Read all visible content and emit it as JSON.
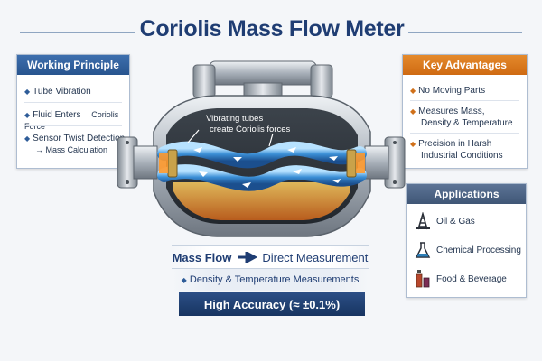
{
  "title": "Coriolis Mass Flow Meter",
  "working_principle": {
    "heading": "Working Principle",
    "items": [
      {
        "text": "Tube Vibration"
      },
      {
        "text": "Fluid Enters",
        "arrow": "→",
        "extra": "Coriolis Force"
      },
      {
        "text": "Sensor Twist Detection",
        "sub_arrow": "→",
        "sub": "Mass Calculation"
      }
    ]
  },
  "key_advantages": {
    "heading": "Key Advantages",
    "items": [
      {
        "line1": "No Moving Parts",
        "line2": ""
      },
      {
        "line1": "Measures Mass,",
        "line2": "Density & Temperature"
      },
      {
        "line1": "Precision in Harsh",
        "line2": "Industrial Conditions"
      }
    ]
  },
  "applications": {
    "heading": "Applications",
    "items": [
      {
        "label": "Oil & Gas",
        "icon": "oil-derrick-icon"
      },
      {
        "label": "Chemical Processing",
        "icon": "flask-icon"
      },
      {
        "label": "Food & Beverage",
        "icon": "bottle-icon"
      }
    ]
  },
  "diagram": {
    "callout": [
      "Vibrating tubes",
      "create Coriolis forces"
    ]
  },
  "bottom": {
    "mass_flow": "Mass Flow",
    "direct": "Direct Measurement",
    "density": "Density & Temperature Measurements",
    "accuracy": "High Accuracy (≈ ±0.1%)"
  },
  "colors": {
    "title": "#1f3d73",
    "working_principle": "#2c5ea0",
    "key_advantages": "#d8731a",
    "applications": "#4d6383",
    "accuracy_band": "#1d3b6c"
  }
}
